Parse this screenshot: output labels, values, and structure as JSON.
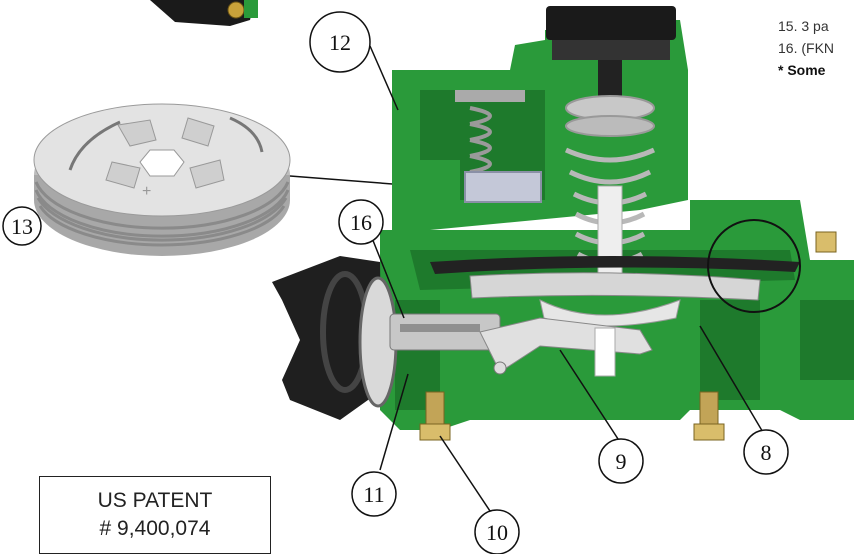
{
  "legend": {
    "line_15": "15. 3 pa",
    "line_16": "16. (FKN",
    "note": "* Some"
  },
  "patent": {
    "line1": "US PATENT",
    "line2": "# 9,400,074"
  },
  "callouts": [
    "12",
    "13",
    "16",
    "11",
    "10",
    "9",
    "8"
  ],
  "colors": {
    "body_green": "#2a9a3a",
    "body_dark_green": "#1e7a2c",
    "cap_gray": "#cfcfcf",
    "black_part": "#222222"
  }
}
